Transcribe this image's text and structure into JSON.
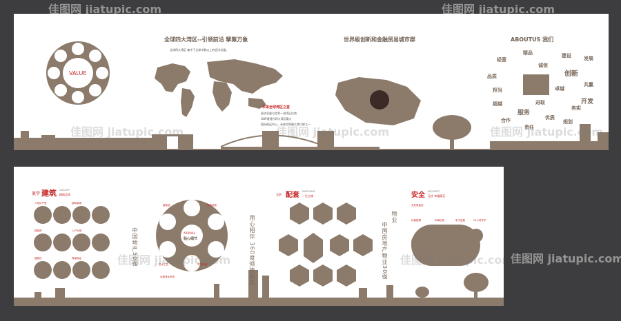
{
  "watermark": "佳图网 jiatupic.com",
  "panel1": {
    "value_label": "VALUE",
    "map_title": "全球四大湾区--引领前沿 擘聚万象",
    "map_subtitle": "全球四大湾区 集中了全球半数以上的经济总量。",
    "future_title": "未来全球湾区之首",
    "future_items": [
      "经济总量与世界一流湾区比肩",
      "GDP增速为四大湾区最大",
      "国际航运中心，未来世界最大港口群之一"
    ],
    "city_title": "世界级创新和金融贸易城市群",
    "about_title": "ABOUTUS 我们",
    "words": [
      "发展",
      "精品",
      "建设",
      "经营",
      "诚信",
      "创新",
      "品质",
      "共赢",
      "卓越",
      "开发",
      "担当",
      "进取",
      "服务",
      "超越",
      "优质",
      "规划",
      "合作",
      "责任",
      "务实"
    ]
  },
  "panel2": {
    "build": {
      "prefix": "美学",
      "title": "建筑",
      "en": "QUALITY",
      "tag": "精筑品质"
    },
    "build_labels": [
      "人性化户型",
      "园林景观",
      "精装修",
      "入户大堂",
      "智能化",
      "质量保证"
    ],
    "care_label": "贴心细节",
    "care_center": "ARRIVAL",
    "care_labels": [
      "智能锁",
      "智能家居",
      "防水工艺",
      "中空玻璃",
      "全屋净水系统"
    ],
    "vert1": "中国地产50强",
    "vert2": "用心相伴 360度倾情服务",
    "facility": {
      "prefix": "全龄",
      "title": "配套",
      "en": "MATCHING",
      "tag": "一生之城"
    },
    "vert3": "物业",
    "vert4": "中国房地产物业30强",
    "safety": {
      "title": "安全",
      "en": "SECURITY",
      "tag": "无忧 幸福康石"
    },
    "safety_labels": [
      "无死角监控",
      "访客管理",
      "车辆识别",
      "电子巡更",
      "24小时守护"
    ]
  },
  "colors": {
    "brand": "#8c7b6b",
    "accent": "#c62828",
    "bg": "#3d3d3f"
  }
}
